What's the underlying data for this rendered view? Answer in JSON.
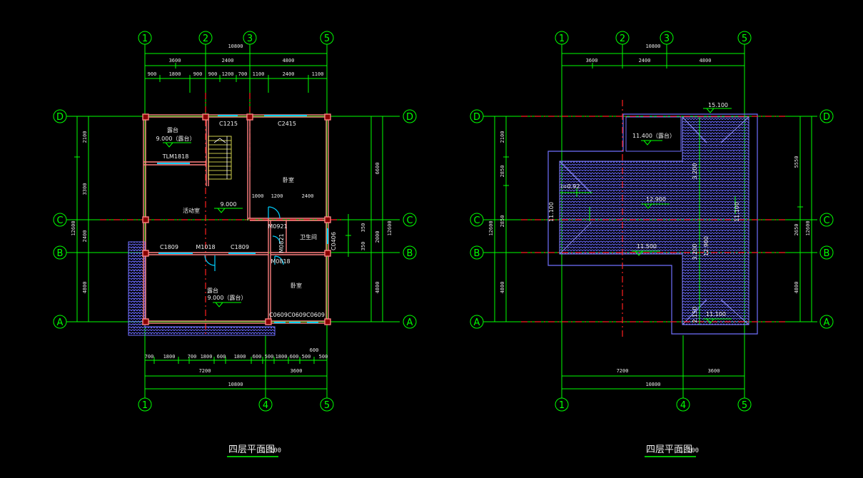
{
  "colors": {
    "background": "#000000",
    "axis": "#00ff00",
    "wall": "#ff8080",
    "window": "#00d0ff",
    "centerline": "#ff2020",
    "roof": "#7070ff"
  },
  "left": {
    "axes_top": [
      "1",
      "2",
      "3",
      "5"
    ],
    "axes_bottom": [
      "1",
      "4",
      "5"
    ],
    "axes_rows": [
      "D",
      "C",
      "B",
      "A"
    ],
    "dim_total_top": "10800",
    "dim_top_row1": [
      "3600",
      "2400",
      "4800"
    ],
    "dim_top_row2": [
      "900",
      "1800",
      "900",
      "900",
      "1200",
      "700",
      "1100",
      "2400",
      "1100"
    ],
    "dim_left": [
      "2100",
      "3300",
      "2400",
      "4800"
    ],
    "dim_left_total": "12600",
    "dim_right": [
      "6600",
      "350",
      "2000",
      "350",
      "4800"
    ],
    "dim_right_total": "12600",
    "dim_bottom_row1": [
      "700",
      "1800",
      "700",
      "1800",
      "600",
      "1800",
      "600",
      "500",
      "1800",
      "600",
      "500",
      "600",
      "500"
    ],
    "dim_bottom_row2": [
      "7200",
      "3600"
    ],
    "dim_bottom_total": "10800",
    "rooms": {
      "terrace": "露台",
      "terrace_elev": "9.000（露台）",
      "tlm": "TLM1818",
      "window_c1215": "C1215",
      "window_c2415": "C2415",
      "bedroom_top": "卧室",
      "dim_1000": "1000",
      "dim_1200": "1200",
      "dim_2400": "2400",
      "living": "活动室",
      "living_elev": "9.000",
      "m0921": "M0921",
      "m0821": "M0821",
      "bath": "卫生间",
      "c1809a": "C1809",
      "m1018": "M1018",
      "c1809b": "C1809",
      "m0818": "M0818",
      "balcony": "露台",
      "balcony_elev": "9.000（露台）",
      "bedroom_bottom": "卧室",
      "c0609a": "C0609",
      "c0609b": "C0609",
      "c0609c": "C0609",
      "c0406": "C0406"
    },
    "title": "四层平面图",
    "scale": "1:100"
  },
  "right": {
    "axes_top": [
      "1",
      "2",
      "3",
      "5"
    ],
    "axes_bottom": [
      "1",
      "4",
      "5"
    ],
    "axes_rows": [
      "D",
      "C",
      "B",
      "A"
    ],
    "dim_total_top": "10800",
    "dim_top_row1": [
      "3600",
      "2400",
      "4800"
    ],
    "dim_left": [
      "2100",
      "2850",
      "2850",
      "4800"
    ],
    "dim_left_total": "12600",
    "dim_right": [
      "5550",
      "2650",
      "4800"
    ],
    "dim_right_total": "12600",
    "dim_bottom_row1": [
      "7200",
      "3600"
    ],
    "dim_bottom_total": "10800",
    "labels": {
      "elev_top": "15.100",
      "elev_small": "11.400（露台）",
      "elev_mid": "12.900",
      "elev_low": "11.500",
      "elev_right_bottom": "11.100",
      "slope_1": "i=0.92",
      "slope_2": "3.200",
      "slope_3": "11.100",
      "slope_4": "12.900",
      "slope_5": "11.100",
      "slope_6": "3.200",
      "slope_7": "2.150"
    },
    "title": "四层平面图",
    "scale": "1:100"
  }
}
